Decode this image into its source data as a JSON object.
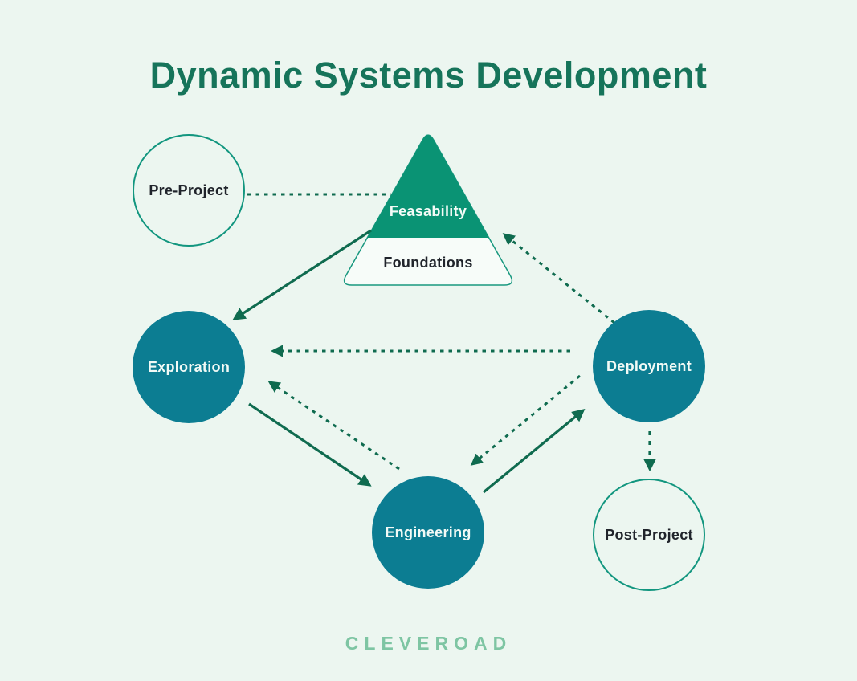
{
  "title": "Dynamic Systems Development",
  "pyramid": {
    "top_label": "Feasability",
    "bottom_label": "Foundations"
  },
  "nodes": [
    {
      "id": "pre-project",
      "label": "Pre-Project",
      "style": "outlined"
    },
    {
      "id": "exploration",
      "label": "Exploration",
      "style": "filled"
    },
    {
      "id": "deployment",
      "label": "Deployment",
      "style": "filled"
    },
    {
      "id": "engineering",
      "label": "Engineering",
      "style": "filled"
    },
    {
      "id": "post-project",
      "label": "Post-Project",
      "style": "outlined"
    }
  ],
  "edges": [
    {
      "from": "Pre-Project",
      "to": "Feasability",
      "line": "dotted",
      "arrowhead": "none"
    },
    {
      "from": "Feasability",
      "to": "Exploration",
      "line": "solid",
      "arrowhead": "to"
    },
    {
      "from": "Deployment",
      "to": "Feasability",
      "line": "dotted",
      "arrowhead": "to"
    },
    {
      "from": "Deployment",
      "to": "Exploration",
      "line": "dotted",
      "arrowhead": "to"
    },
    {
      "from": "Exploration",
      "to": "Engineering",
      "line": "solid",
      "arrowhead": "to"
    },
    {
      "from": "Engineering",
      "to": "Exploration",
      "line": "dotted",
      "arrowhead": "to"
    },
    {
      "from": "Engineering",
      "to": "Deployment",
      "line": "solid",
      "arrowhead": "to"
    },
    {
      "from": "Deployment",
      "to": "Engineering",
      "line": "dotted",
      "arrowhead": "to"
    },
    {
      "from": "Deployment",
      "to": "Post-Project",
      "line": "dotted",
      "arrowhead": "to"
    }
  ],
  "colors": {
    "background": "#ecf6f0",
    "title": "#16745a",
    "pyramid_top_fill": "#0a9374",
    "pyramid_bottom_fill": "#f7fcf9",
    "pyramid_outline": "#18987f",
    "node_fill": "#0c7d92",
    "node_outline": "#12967f",
    "arrow": "#0f6b4f",
    "dark_text": "#20242b",
    "brand": "#7ec5a3"
  },
  "footer": {
    "brand": "CLEVEROAD"
  }
}
